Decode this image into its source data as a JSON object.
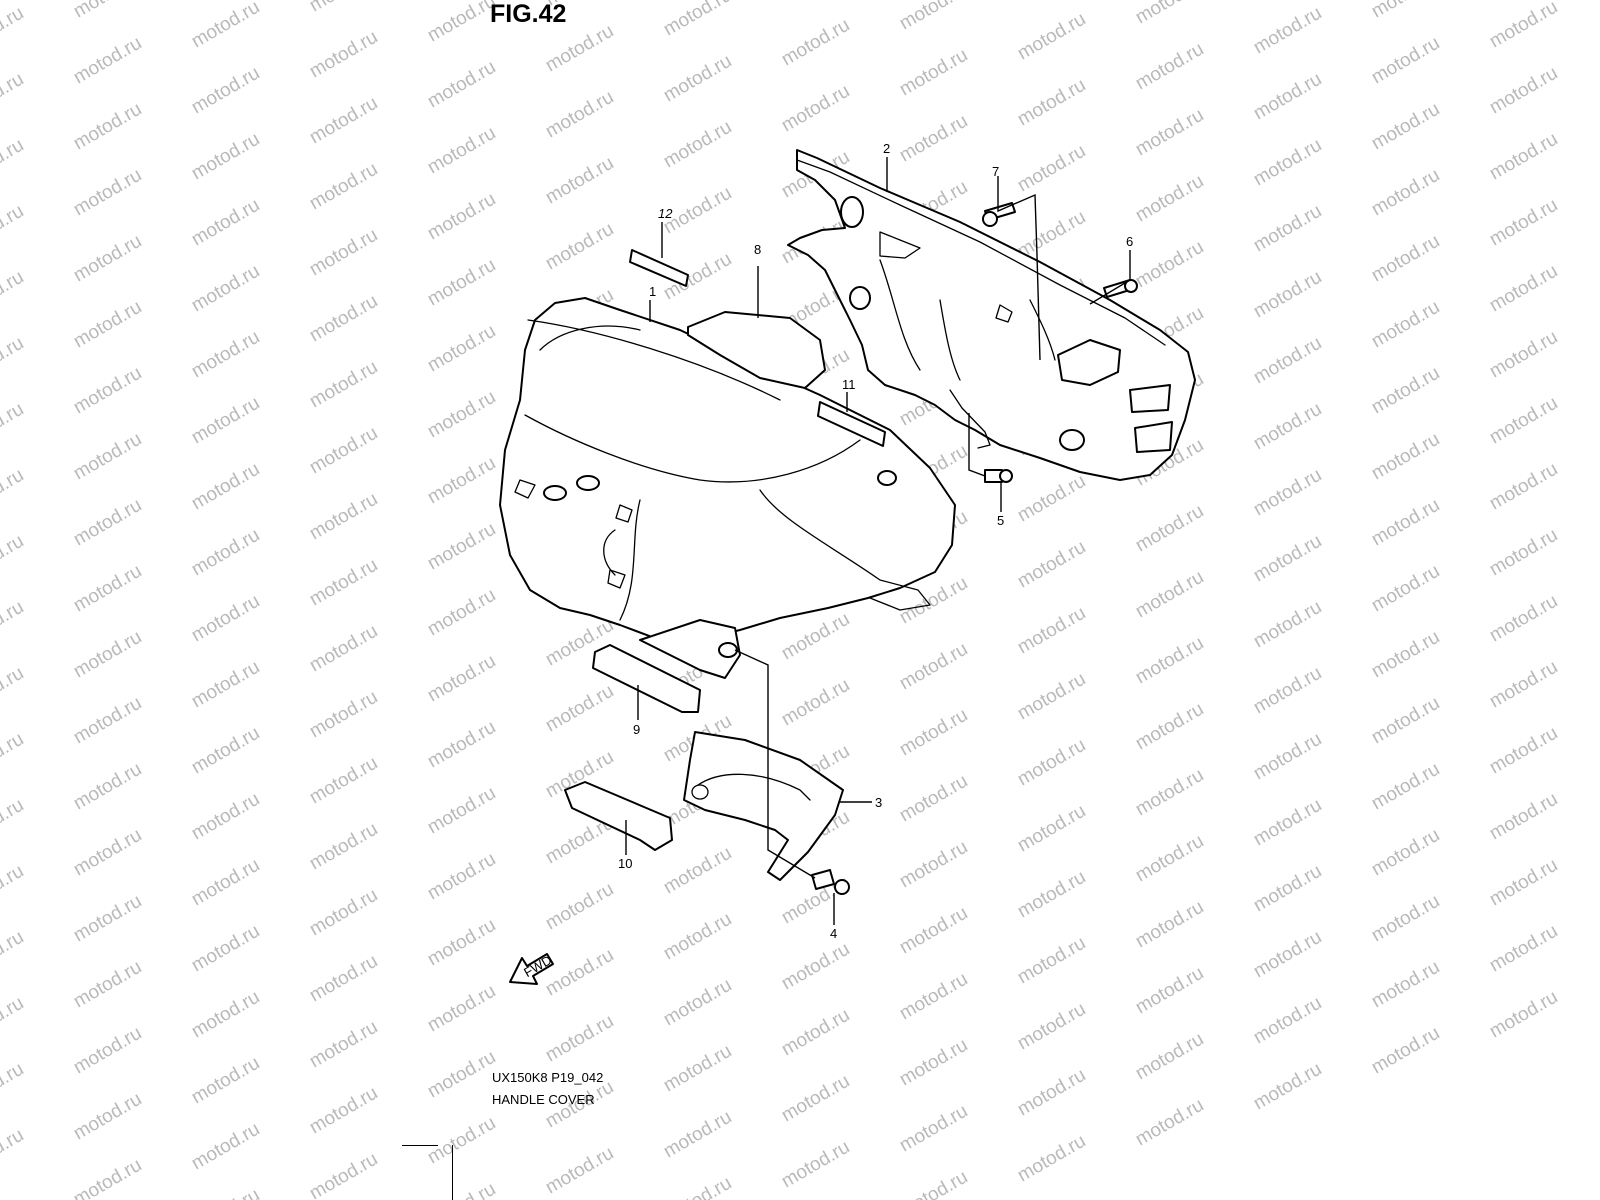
{
  "figure": {
    "title": "FIG.42",
    "model_code": "UX150K8 P19_042",
    "caption": "HANDLE COVER"
  },
  "callouts": [
    "1",
    "2",
    "3",
    "4",
    "5",
    "6",
    "7",
    "8",
    "9",
    "10",
    "11",
    "12"
  ],
  "direction_arrow": {
    "label": "FWD",
    "icon": "forward-arrow-icon"
  },
  "watermark": {
    "text": "motod.ru",
    "color": "#b9b9b9"
  }
}
